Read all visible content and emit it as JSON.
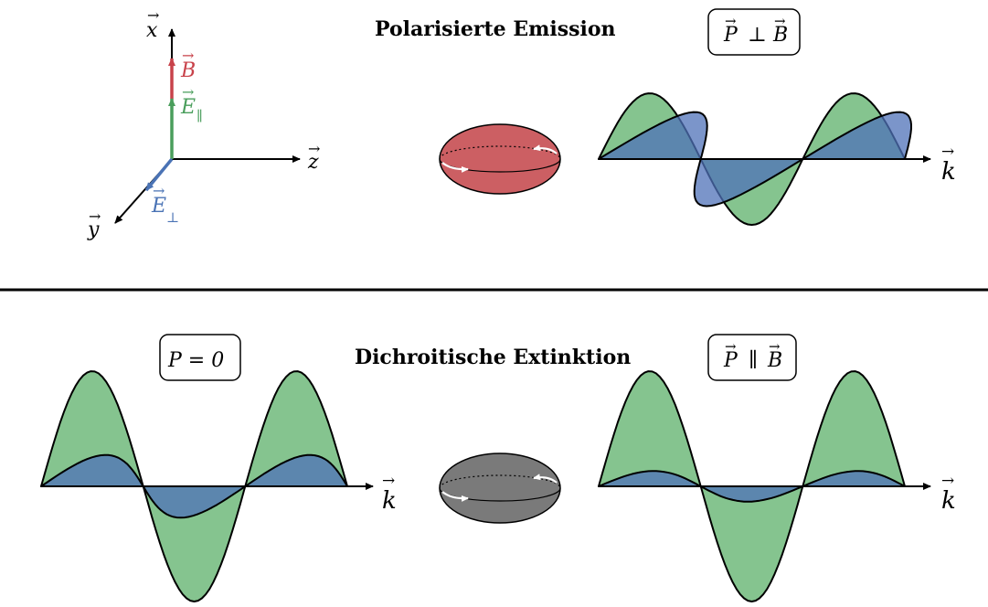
{
  "top": {
    "title": "Polarisierte Emission",
    "condition": "P ⊥ B",
    "condition_parts": {
      "p": "P",
      "op": "⊥",
      "b": "B"
    },
    "axes": {
      "x": "x",
      "y": "y",
      "z": "z"
    },
    "vectors": {
      "b": "B",
      "e_par": "E",
      "e_par_sub": "∥",
      "e_perp": "E",
      "e_perp_sub": "⊥"
    },
    "k_label": "k"
  },
  "bottom": {
    "title": "Dichroitische Extinktion",
    "condition_left": "P = 0",
    "condition_right": "P ∥ B",
    "condition_right_parts": {
      "p": "P",
      "op": "∥",
      "b": "B"
    },
    "k_label_left": "k",
    "k_label_right": "k"
  },
  "colors": {
    "green": "#5cb06a",
    "blue": "#4f72b8",
    "red_field": "#cc5f63",
    "red_vector": "#c8424a",
    "green_vector": "#4a9e5c",
    "blue_vector": "#4a73b5",
    "gray_ellipsoid": "#7a7a7a",
    "divider": "#000000"
  },
  "waves": {
    "top_right": {
      "green_amplitude": 1.0,
      "blue_amplitude": 1.0
    },
    "bottom_left": {
      "green_amplitude": 1.0,
      "blue_amplitude": 0.45
    },
    "bottom_right": {
      "green_amplitude": 1.0,
      "blue_amplitude": 0.22
    }
  }
}
